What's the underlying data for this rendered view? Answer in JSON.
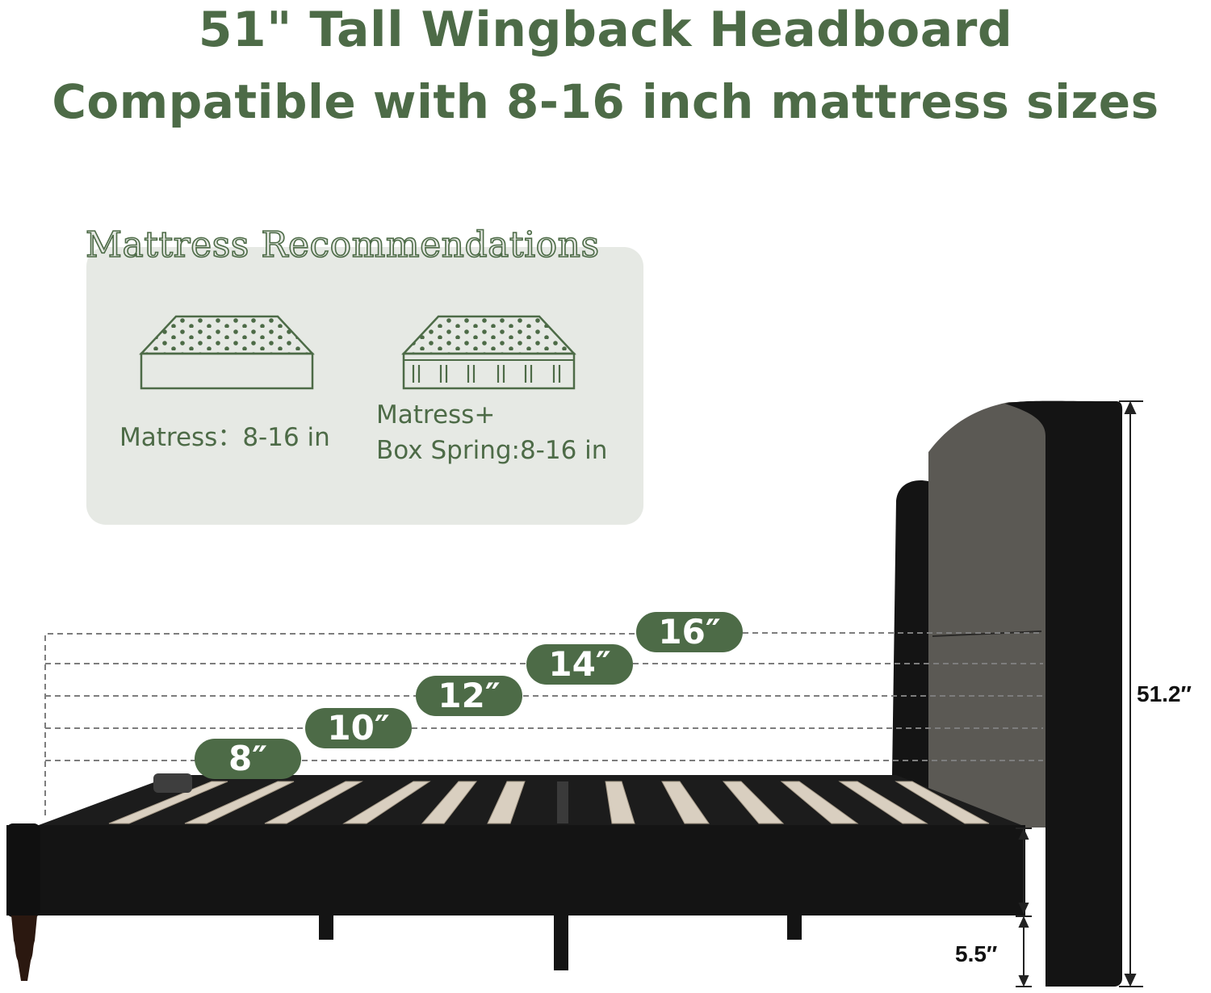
{
  "title": {
    "line1": "51\" Tall Wingback Headboard",
    "line2": "Compatible with 8-16 inch mattress sizes"
  },
  "recommendations": {
    "heading": "Mattress Recommendations",
    "mattress_label": "Matress：8-16 in",
    "box_label_line1": "Matress+",
    "box_label_line2": "Box Spring:8-16 in"
  },
  "heights": [
    "16″",
    "14″",
    "12″",
    "10″",
    "8″"
  ],
  "dimensions": {
    "total_height": "51.2″",
    "clearance": "5.5″"
  },
  "colors": {
    "accent_green": "#4d6b47",
    "panel_bg": "#e6e9e4",
    "frame": "#141414",
    "headboard_fabric": "#5b5954",
    "slat": "#d9cfc0"
  }
}
